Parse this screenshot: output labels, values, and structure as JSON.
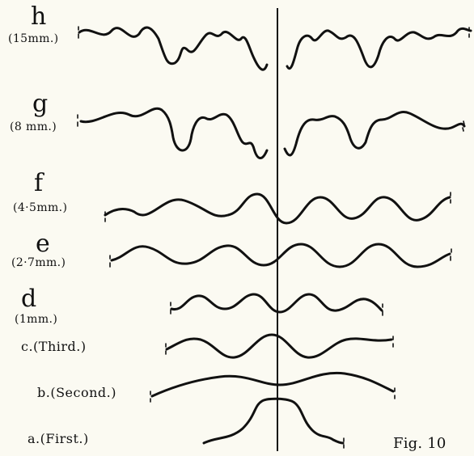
{
  "figure_caption": "Fig. 10",
  "rows": [
    {
      "letter": "h",
      "note": "(15mm.)"
    },
    {
      "letter": "g",
      "note": "(8 mm.)"
    },
    {
      "letter": "f",
      "note": "(4·5mm.)"
    },
    {
      "letter": "e",
      "note": "(2·7mm.)"
    },
    {
      "letter": "d",
      "note": "(1mm.)"
    },
    {
      "label": "c.(Third.)"
    },
    {
      "label": "b.(Second.)"
    },
    {
      "label": "a.(First.)"
    }
  ]
}
